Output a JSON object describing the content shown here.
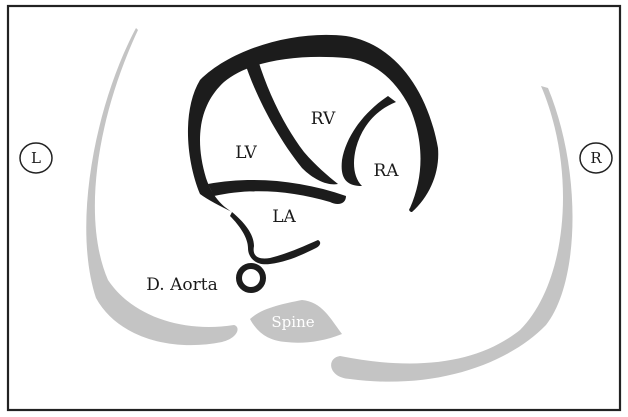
{
  "diagram": {
    "sides": {
      "left": "L",
      "right": "R"
    },
    "chambers": {
      "lv": "LV",
      "rv": "RV",
      "ra": "RA",
      "la": "LA"
    },
    "vessels": {
      "aorta": "D. Aorta"
    },
    "bones": {
      "spine": "Spine",
      "rib": "Rib"
    },
    "colors": {
      "heart": "#1c1c1c",
      "bone": "#c4c4c4",
      "frame": "#222222",
      "text": "#1a1a1a"
    }
  }
}
